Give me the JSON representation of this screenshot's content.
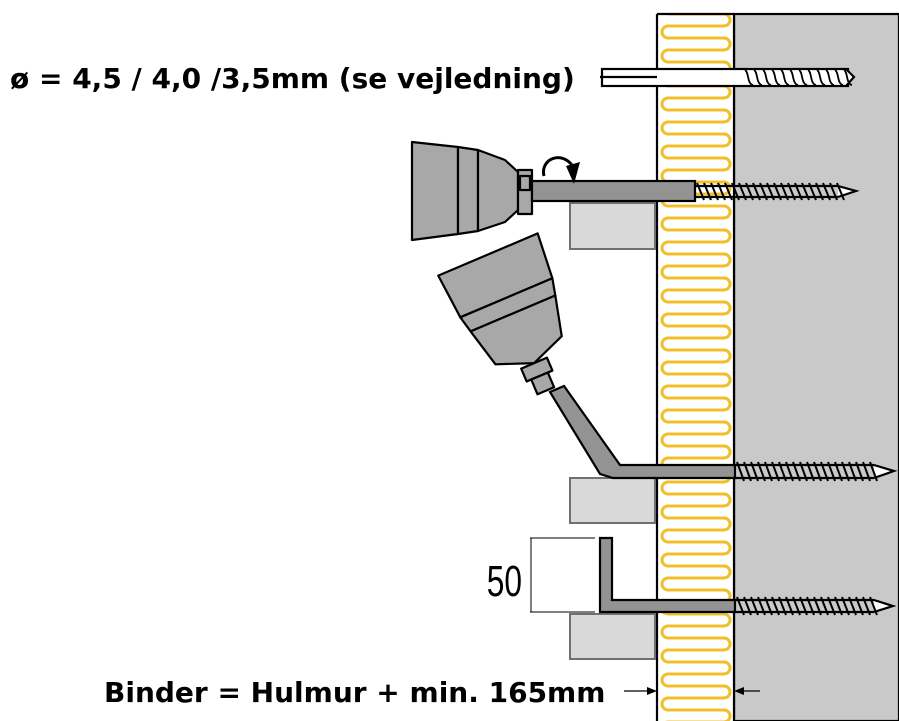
{
  "labels": {
    "drill_diameter": "ø = 4,5 / 4,0 /3,5mm (se vejledning)",
    "binder_length": "Binder = Hulmur + min. 165mm",
    "spacing": "50"
  },
  "colors": {
    "insulation": "#f5c518",
    "wall": "#c9c9c9",
    "tool": "#a8a8a8",
    "brick": "#d9d9d9"
  },
  "icons": {
    "rotation": "rotate-arrow-icon"
  }
}
